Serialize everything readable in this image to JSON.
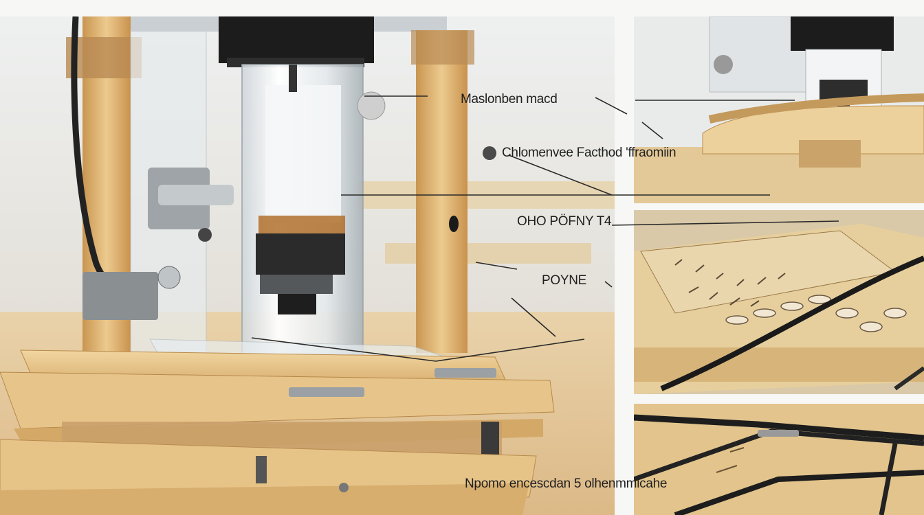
{
  "labels": {
    "label_1": "Maslonben macd",
    "label_2": "Chlomenvee Facthod 'ffraomiin",
    "label_3": "OHO PÖFNY T4",
    "label_4": "POYNE",
    "label_5": "Npomo encescdan 5 olhenmmicahe"
  },
  "colors": {
    "background": "#f7f7f5",
    "wood_light": "#e9c98f",
    "wood_mid": "#d9ad6a",
    "wood_dark": "#b98a4a",
    "acrylic": "#dfe6ea",
    "motor_black": "#1c1c1c",
    "label_text": "#1f1f1f",
    "leader_line": "#2a2a2a"
  }
}
